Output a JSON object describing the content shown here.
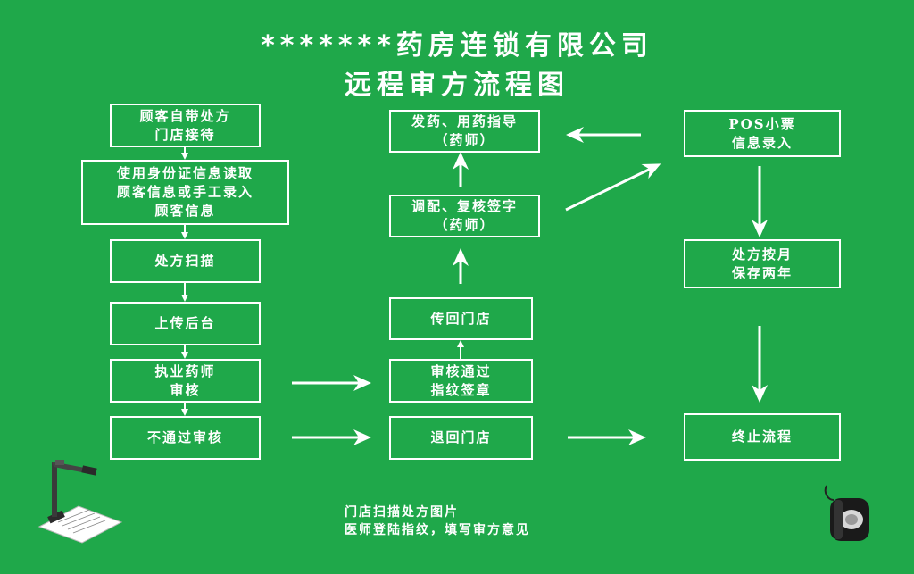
{
  "title": {
    "line1": "*******药房连锁有限公司",
    "line2": "远程审方流程图"
  },
  "boxes": {
    "receive": "顾客自带处方\n门店接待",
    "read_id": "使用身份证信息读取\n顾客信息或手工录入\n顾客信息",
    "scan": "处方扫描",
    "upload": "上传后台",
    "pharmacist_review": "执业药师\n审核",
    "not_pass": "不通过审核",
    "pass_sign": "审核通过\n指纹签章",
    "return_store": "退回门店",
    "send_back": "传回门店",
    "dispense_check": "调配、复核签字\n（药师）",
    "dispense_guide": "发药、用药指导\n（药师）",
    "pos_entry": "POS小票\n信息录入",
    "keep_rx": "处方按月\n保存两年",
    "end_process": "终止流程"
  },
  "note": "门店扫描处方图片\n医师登陆指纹，填写审方意见",
  "colors": {
    "background": "#1fa84a",
    "foreground": "#ffffff"
  }
}
